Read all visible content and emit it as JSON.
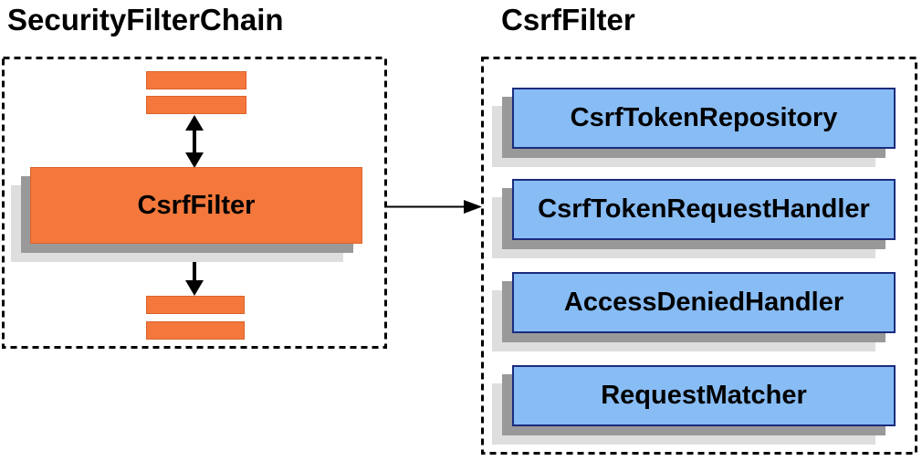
{
  "diagram": {
    "left_panel": {
      "title": "SecurityFilterChain",
      "csrf_filter_label": "CsrfFilter"
    },
    "right_panel": {
      "title": "CsrfFilter",
      "components": [
        {
          "label": "CsrfTokenRepository"
        },
        {
          "label": "CsrfTokenRequestHandler"
        },
        {
          "label": "AccessDeniedHandler"
        },
        {
          "label": "RequestMatcher"
        }
      ]
    },
    "colors": {
      "background": "#FFFFFF",
      "orange_fill": "#F4783C",
      "orange_border": "#D9632B",
      "blue_fill": "#88BCF4",
      "blue_border": "#1B2C7E",
      "shadow_dark": "#999999",
      "shadow_light": "#DEDEDE",
      "line": "#000000",
      "text": "#000000"
    }
  }
}
